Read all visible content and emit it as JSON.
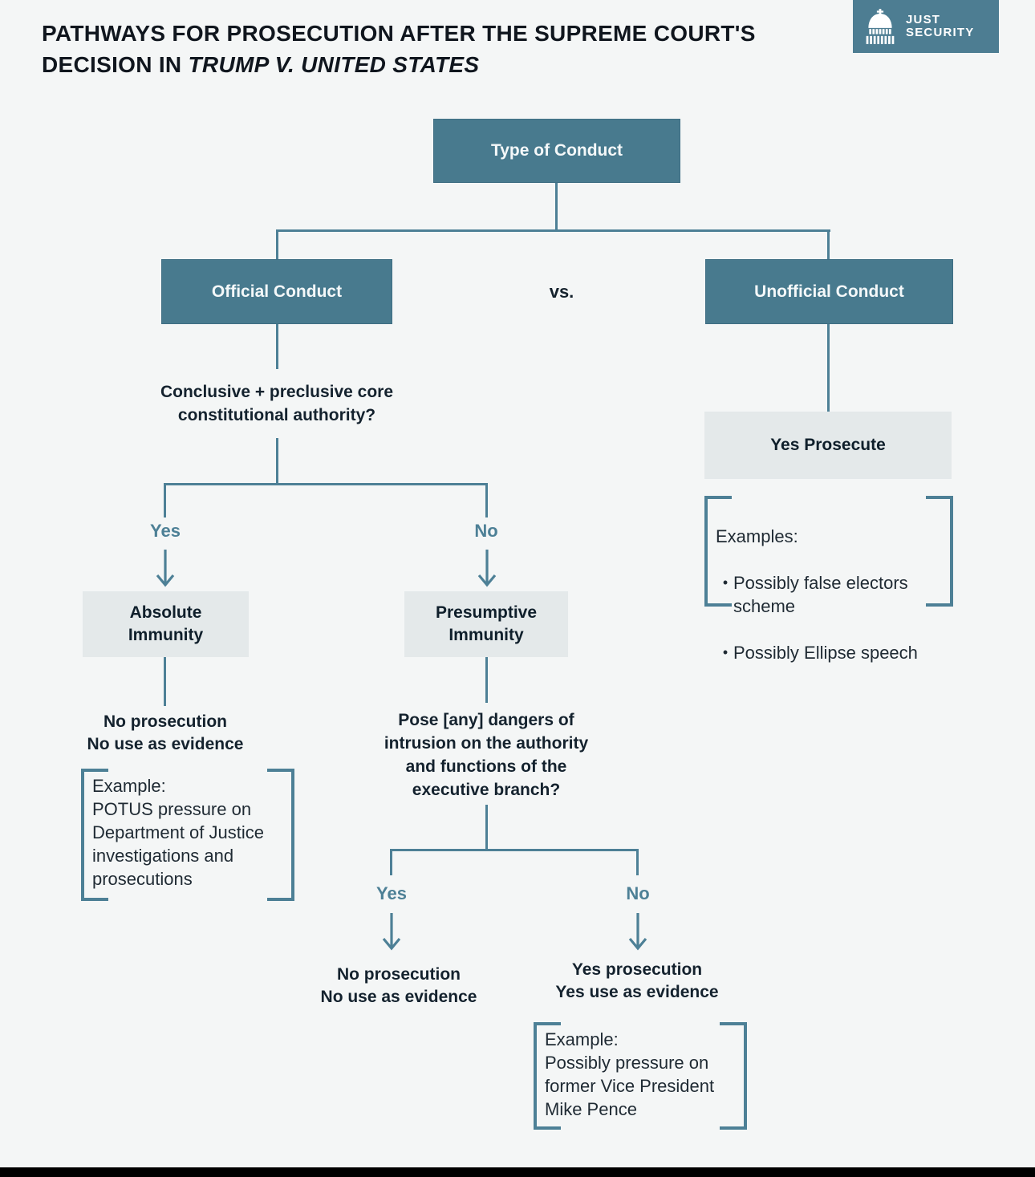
{
  "header": {
    "title_line1": "PATHWAYS FOR PROSECUTION AFTER THE SUPREME COURT'S",
    "title_line2_prefix": "DECISION IN ",
    "title_line2_case": "TRUMP V. UNITED STATES"
  },
  "logo": {
    "name_line1": "JUST",
    "name_line2": "SECURITY",
    "icon": "capitol-dome-icon"
  },
  "colors": {
    "teal_box": "#487a8e",
    "connector_teal": "#4d8096",
    "light_box": "#e4e9ea",
    "background": "#f4f6f6",
    "dark_text": "#14222e",
    "bottom_bar": "#000000"
  },
  "flow": {
    "root_label": "Type of Conduct",
    "vs_label": "vs.",
    "official_label": "Official Conduct",
    "unofficial_label": "Unofficial Conduct",
    "question_core_authority": "Conclusive + preclusive core\nconstitutional authority?",
    "yes_label_1": "Yes",
    "no_label_1": "No",
    "absolute_immunity_label": "Absolute\nImmunity",
    "presumptive_immunity_label": "Presumptive\nImmunity",
    "absolute_outcome": "No prosecution\nNo use as evidence",
    "absolute_example": "Example:\nPOTUS pressure on\nDepartment of Justice\ninvestigations and\nprosecutions",
    "question_dangers": "Pose [any] dangers of\nintrusion on the authority\nand functions of the\nexecutive branch?",
    "yes_label_2": "Yes",
    "no_label_2": "No",
    "dangers_yes_outcome": "No prosecution\nNo use as evidence",
    "dangers_no_outcome": "Yes prosecution\nYes use as evidence",
    "dangers_no_example": "Example:\nPossibly pressure on\nformer Vice President\nMike Pence",
    "unofficial_outcome": "Yes Prosecute",
    "unofficial_examples_heading": "Examples:",
    "unofficial_examples": [
      "Possibly false electors scheme",
      "Possibly Ellipse speech"
    ],
    "bullet": "•"
  }
}
